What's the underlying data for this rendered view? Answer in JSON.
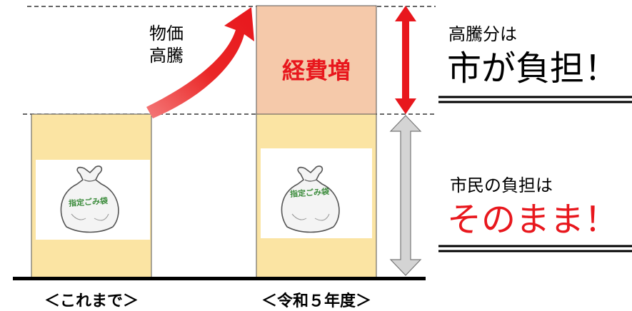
{
  "colors": {
    "base_bar": "#fbe4a3",
    "cost_increase": "#f5c9aa",
    "accent_red": "#e8171d",
    "gray_arrow": "#d4d4d4",
    "bag_text": "#3c8c3c"
  },
  "left_bar": {
    "label": "＜これまで＞",
    "bag_label": "指定ごみ袋"
  },
  "right_bar": {
    "label": "＜令和５年度＞",
    "bag_label": "指定ごみ袋",
    "increase_label": "経費増"
  },
  "price_rise_lines": [
    "物価",
    "高騰"
  ],
  "city_note": {
    "prefix": "高騰分は",
    "emphasis": "市が負担！"
  },
  "citizen_note": {
    "prefix": "市民の負担は",
    "emphasis": "そのまま！"
  }
}
